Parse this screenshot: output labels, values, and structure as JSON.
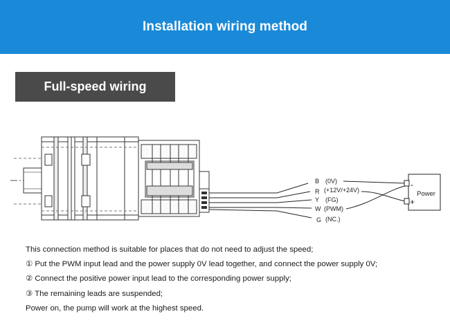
{
  "banner": {
    "title": "Installation wiring method"
  },
  "section": {
    "label": "Full-speed wiring"
  },
  "diagram": {
    "wires": [
      {
        "letter": "B",
        "desc": "(0V)"
      },
      {
        "letter": "R",
        "desc": "(+12V/+24V)"
      },
      {
        "letter": "Y",
        "desc": "(FG)"
      },
      {
        "letter": "W",
        "desc": "(PWM)"
      },
      {
        "letter": "G",
        "desc": "(NC.)"
      }
    ],
    "power_box": {
      "label": "Power",
      "minus": "-",
      "plus": "+"
    }
  },
  "notes": {
    "intro": "This connection method is suitable for places that do not need to adjust the speed;",
    "step1": "① Put the PWM input lead and the power supply 0V lead together, and connect the power supply 0V;",
    "step2": "② Connect the positive power input lead to the corresponding power supply;",
    "step3": "③ The remaining leads are suspended;",
    "outro": "Power on, the pump will work at the highest speed."
  }
}
